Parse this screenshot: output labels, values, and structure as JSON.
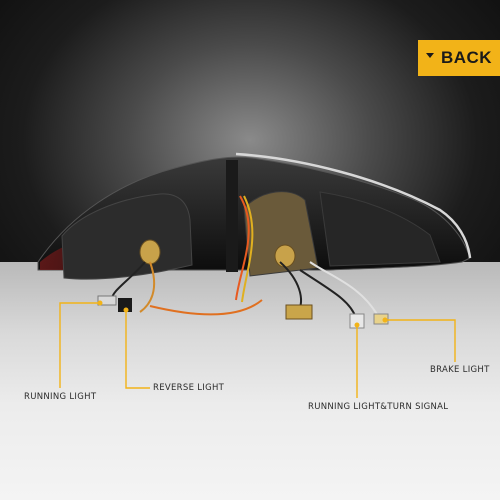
{
  "badge": {
    "label": "BACK"
  },
  "labels": {
    "running_light": "RUNNING LIGHT",
    "reverse_light": "REVERSE LIGHT",
    "running_turn": "RUNNING LIGHT&TURN SIGNAL",
    "brake_light": "BRAKE LIGHT"
  },
  "colors": {
    "accent": "#f2b318",
    "callout_line": "#f2b318"
  }
}
